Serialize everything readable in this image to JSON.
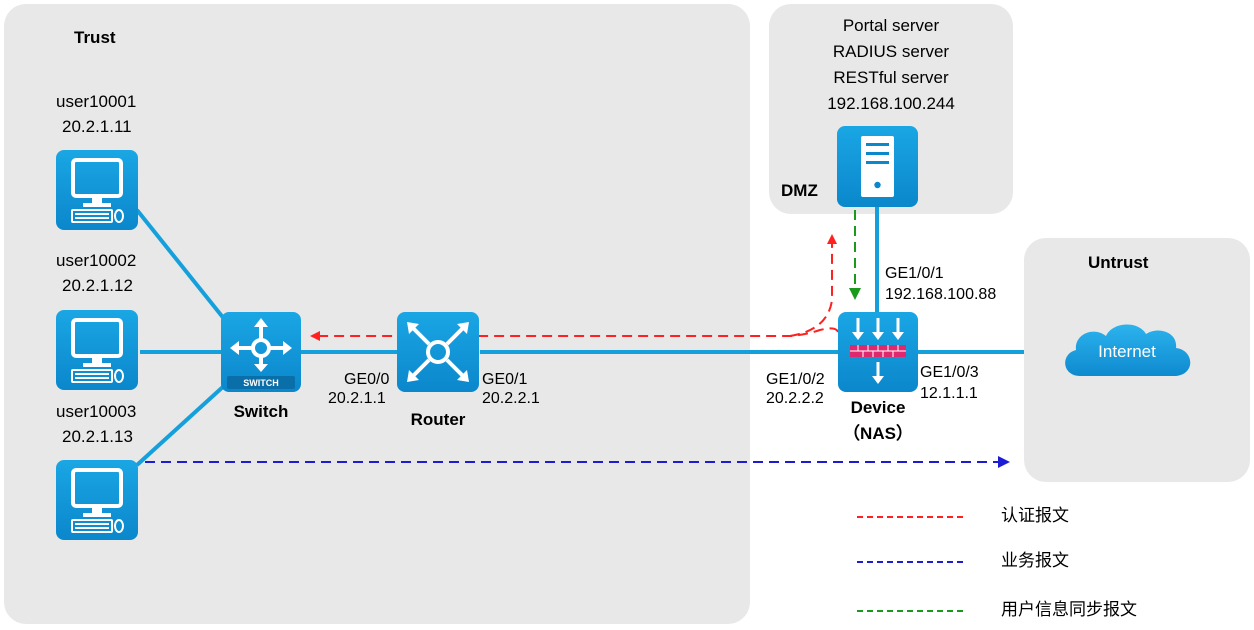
{
  "zones": {
    "trust": "Trust",
    "dmz": "DMZ",
    "untrust": "Untrust"
  },
  "servers": {
    "line1": "Portal server",
    "line2": "RADIUS server",
    "line3": "RESTful server",
    "ip": "192.168.100.244"
  },
  "users": [
    {
      "name": "user10001",
      "ip": "20.2.1.11"
    },
    {
      "name": "user10002",
      "ip": "20.2.1.12"
    },
    {
      "name": "user10003",
      "ip": "20.2.1.13"
    }
  ],
  "switch": {
    "label": "Switch",
    "badge": "SWITCH"
  },
  "router": {
    "label": "Router",
    "port_left": "GE0/0",
    "ip_left": "20.2.1.1",
    "port_right": "GE0/1",
    "ip_right": "20.2.2.1"
  },
  "device": {
    "label": "Device",
    "sub": "（NAS）",
    "port_top": "GE1/0/1",
    "ip_top": "192.168.100.88",
    "port_left": "GE1/0/2",
    "ip_left": "20.2.2.2",
    "port_right": "GE1/0/3",
    "ip_right": "12.1.1.1"
  },
  "internet": "Internet",
  "legend": [
    {
      "label": "认证报文",
      "color": "#ff2020"
    },
    {
      "label": "业务报文",
      "color": "#1c1cd6"
    },
    {
      "label": "用户信息同步报文",
      "color": "#1a9a1a"
    }
  ],
  "colors": {
    "zone": "#e8e8e8",
    "link": "#15a0dc",
    "icon": "#0b87cc",
    "auth": "#ff2020",
    "service": "#1c1cd6",
    "sync": "#1a9a1a"
  }
}
